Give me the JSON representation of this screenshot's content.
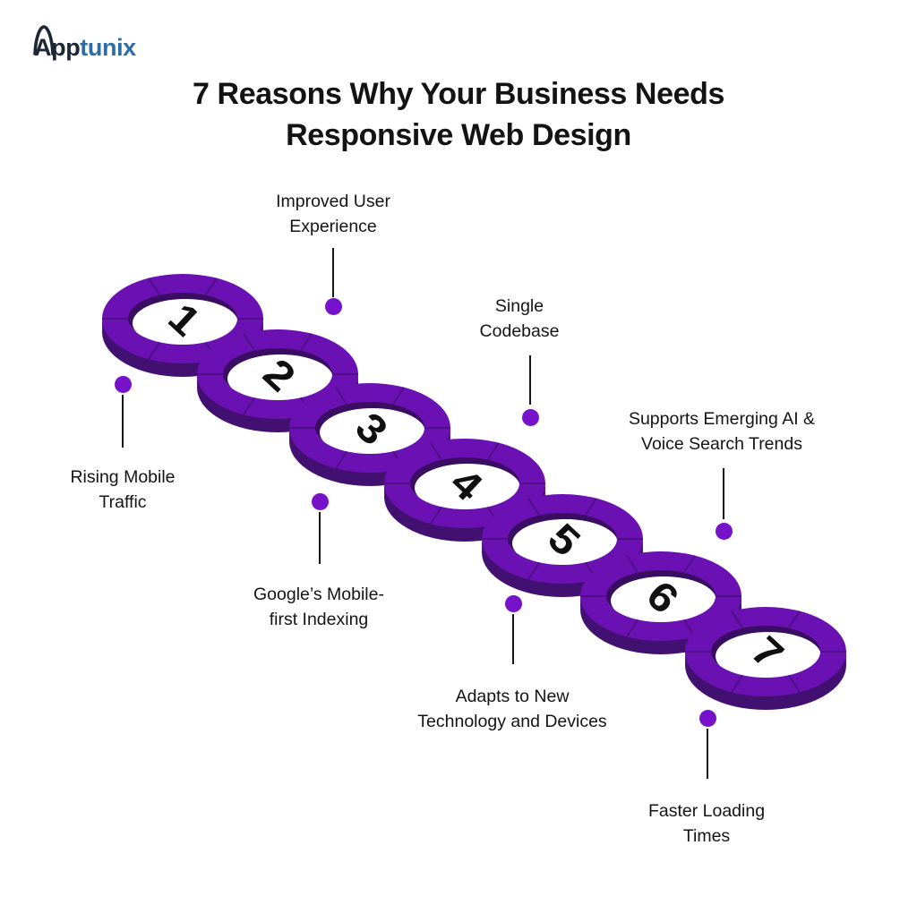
{
  "logo": {
    "prefix": "App",
    "suffix": "tunix"
  },
  "title": {
    "line1": "7 Reasons Why Your Business Needs",
    "line2": "Responsive Web Design"
  },
  "colors": {
    "ring_top": "#6B10B2",
    "ring_side": "#421070",
    "ring_inner_shadow": "#390D61",
    "divider": "#4A1080",
    "dot": "#7712CB",
    "connector": "#161616",
    "logo_dark": "#1D2834",
    "logo_blue": "#2E6DA4"
  },
  "steps": [
    {
      "number": "1",
      "label_line1": "Rising Mobile",
      "label_line2": "Traffic",
      "label_position": "below"
    },
    {
      "number": "2",
      "label_line1": "Improved User",
      "label_line2": "Experience",
      "label_position": "above"
    },
    {
      "number": "3",
      "label_line1": "Google’s Mobile-",
      "label_line2": "first Indexing",
      "label_position": "below"
    },
    {
      "number": "4",
      "label_line1": "Single",
      "label_line2": "Codebase",
      "label_position": "above"
    },
    {
      "number": "5",
      "label_line1": "Adapts to New",
      "label_line2": "Technology and Devices",
      "label_position": "below"
    },
    {
      "number": "6",
      "label_line1": "Supports Emerging AI &",
      "label_line2": "Voice Search Trends",
      "label_position": "above"
    },
    {
      "number": "7",
      "label_line1": "Faster Loading",
      "label_line2": "Times",
      "label_position": "below"
    }
  ]
}
